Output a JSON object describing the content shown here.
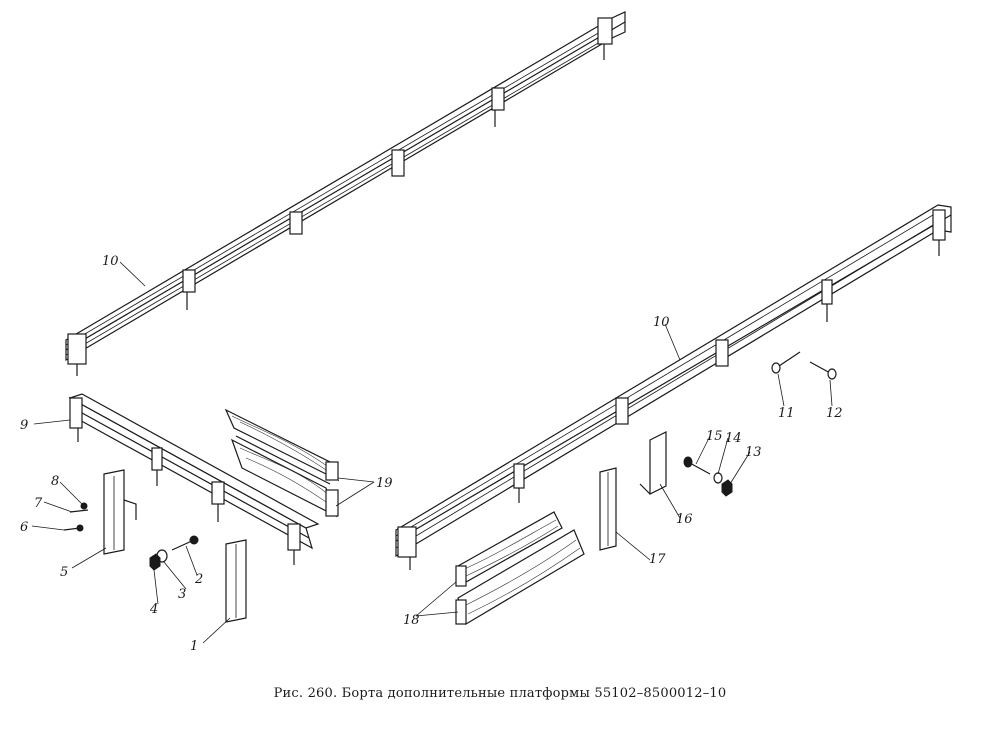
{
  "figure": {
    "caption": "Рис. 260. Борта дополнительные платформы 55102–8500012–10"
  },
  "callouts": [
    {
      "id": "1",
      "text": "1"
    },
    {
      "id": "2",
      "text": "2"
    },
    {
      "id": "3",
      "text": "3"
    },
    {
      "id": "4",
      "text": "4"
    },
    {
      "id": "5",
      "text": "5"
    },
    {
      "id": "6",
      "text": "6"
    },
    {
      "id": "7",
      "text": "7"
    },
    {
      "id": "8",
      "text": "8"
    },
    {
      "id": "9",
      "text": "9"
    },
    {
      "id": "10a",
      "text": "10"
    },
    {
      "id": "10b",
      "text": "10"
    },
    {
      "id": "11",
      "text": "11"
    },
    {
      "id": "12",
      "text": "12"
    },
    {
      "id": "13",
      "text": "13"
    },
    {
      "id": "14",
      "text": "14"
    },
    {
      "id": "15",
      "text": "15"
    },
    {
      "id": "16",
      "text": "16"
    },
    {
      "id": "17",
      "text": "17"
    },
    {
      "id": "18",
      "text": "18"
    },
    {
      "id": "19",
      "text": "19"
    }
  ]
}
